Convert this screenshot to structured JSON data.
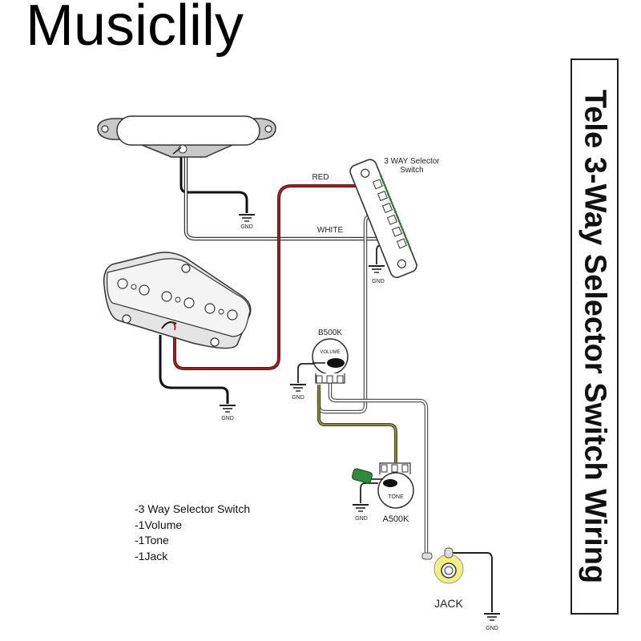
{
  "brand": "Musiclily",
  "title": "Tele 3-Way Selector Switch Wiring",
  "labels": {
    "switch_line1": "3 WAY Selector",
    "switch_line2": "Switch",
    "red_wire": "RED",
    "white_wire": "WHITE",
    "volume_value": "B500K",
    "volume_label": "VOLUME",
    "tone_label": "TONE",
    "tone_value": "A500K",
    "jack_label": "JACK",
    "ground": "GND"
  },
  "parts_list": [
    "-3 Way Selector Switch",
    "-1Volume",
    "-1Tone",
    "-1Jack"
  ],
  "colors": {
    "red_wire": "#7a1a1a",
    "white_wire": "#ffffff",
    "black_wire": "#111111",
    "yellow_wire": "#6b6a2a",
    "capacitor": "#2f8a3a",
    "jack_ring": "#f0ef80",
    "pickup_body": "#e6e6e6",
    "switch_contacts": "#3c8a44"
  }
}
